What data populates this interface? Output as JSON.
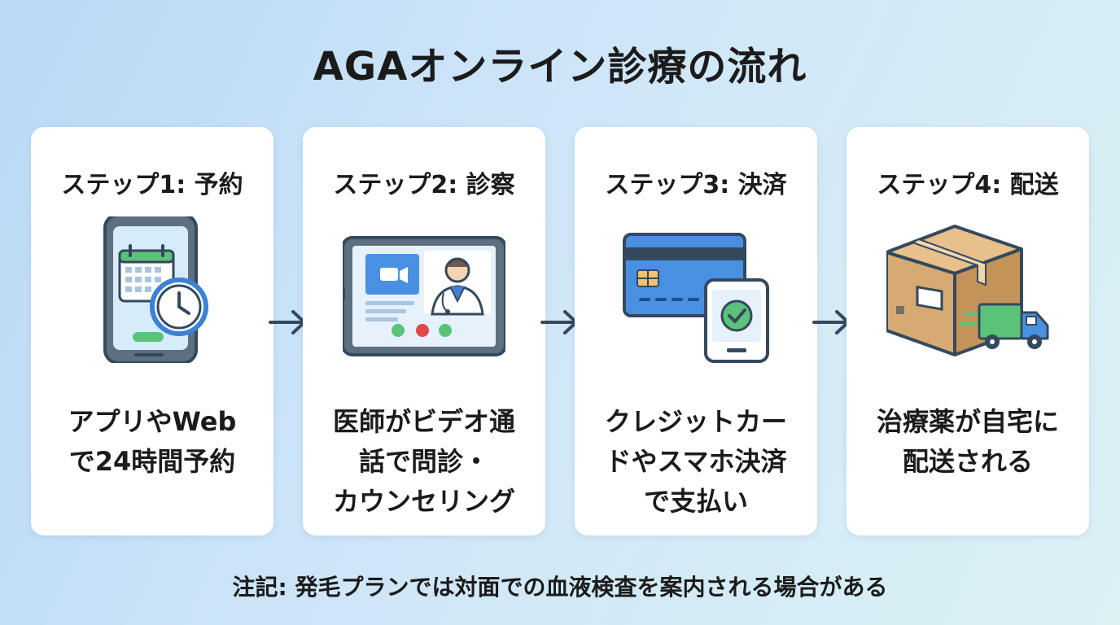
{
  "title": "AGAオンライン診療の流れ",
  "steps": [
    {
      "title": "ステップ1: 予約",
      "desc_lines": [
        "アプリやWeb",
        "で24時間予約"
      ],
      "icon": "smartphone-calendar-clock-icon"
    },
    {
      "title": "ステップ2: 診察",
      "desc_lines": [
        "医師がビデオ通",
        "話で問診・",
        "カウンセリング"
      ],
      "icon": "tablet-video-call-doctor-icon"
    },
    {
      "title": "ステップ3: 決済",
      "desc_lines": [
        "クレジットカー",
        "ドやスマホ決済",
        "で支払い"
      ],
      "icon": "credit-card-phone-check-icon"
    },
    {
      "title": "ステップ4: 配送",
      "desc_lines": [
        "治療薬が自宅に",
        "配送される"
      ],
      "icon": "package-delivery-truck-icon"
    }
  ],
  "note": "注記: 発毛プランでは対面での血液検査を案内される場合がある",
  "colors": {
    "accent_blue": "#3b82d6",
    "outline": "#34495e",
    "green": "#5bc27a",
    "red": "#e04848",
    "box_tan": "#d6aa72"
  }
}
